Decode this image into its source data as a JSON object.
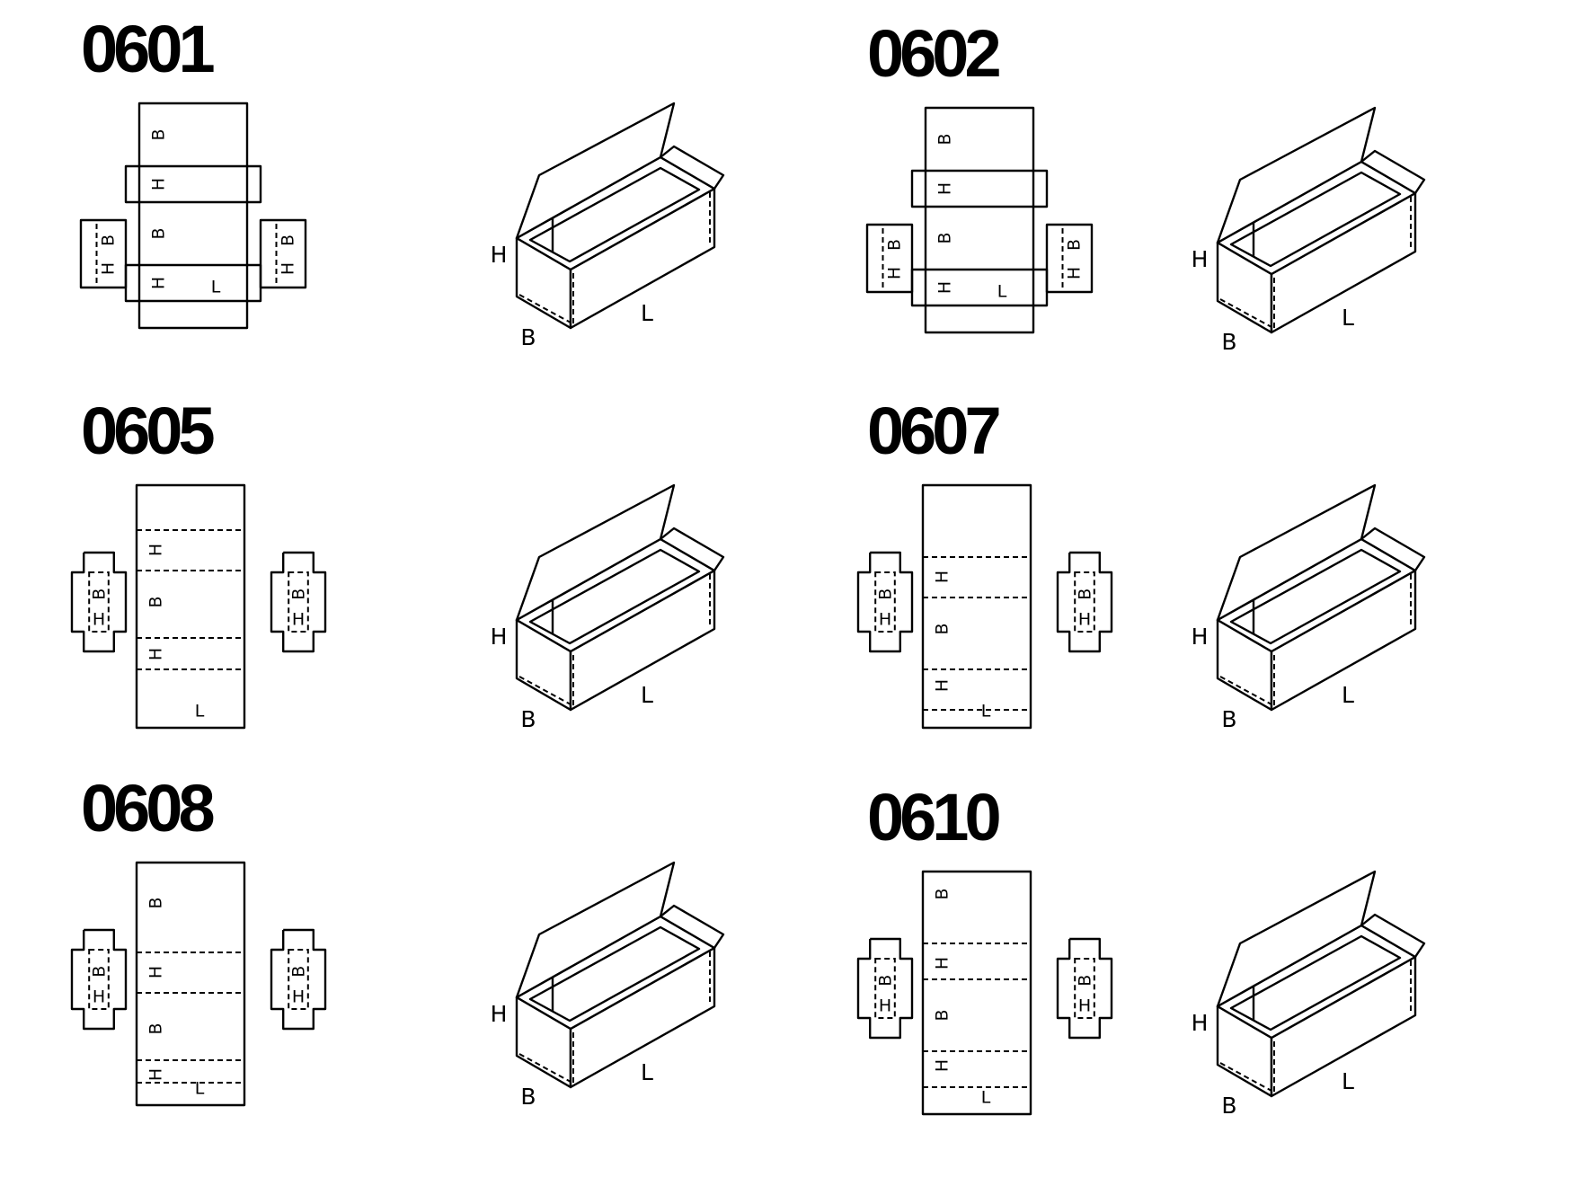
{
  "diagrams": [
    {
      "code": "0601",
      "labels": {
        "h": "H",
        "b": "B",
        "l": "L"
      }
    },
    {
      "code": "0602",
      "labels": {
        "h": "H",
        "b": "B",
        "l": "L"
      }
    },
    {
      "code": "0605",
      "labels": {
        "h": "H",
        "b": "B",
        "l": "L"
      }
    },
    {
      "code": "0607",
      "labels": {
        "h": "H",
        "b": "B",
        "l": "L"
      }
    },
    {
      "code": "0608",
      "labels": {
        "h": "H",
        "b": "B",
        "l": "L"
      }
    },
    {
      "code": "0610",
      "labels": {
        "h": "H",
        "b": "B",
        "l": "L"
      }
    }
  ]
}
